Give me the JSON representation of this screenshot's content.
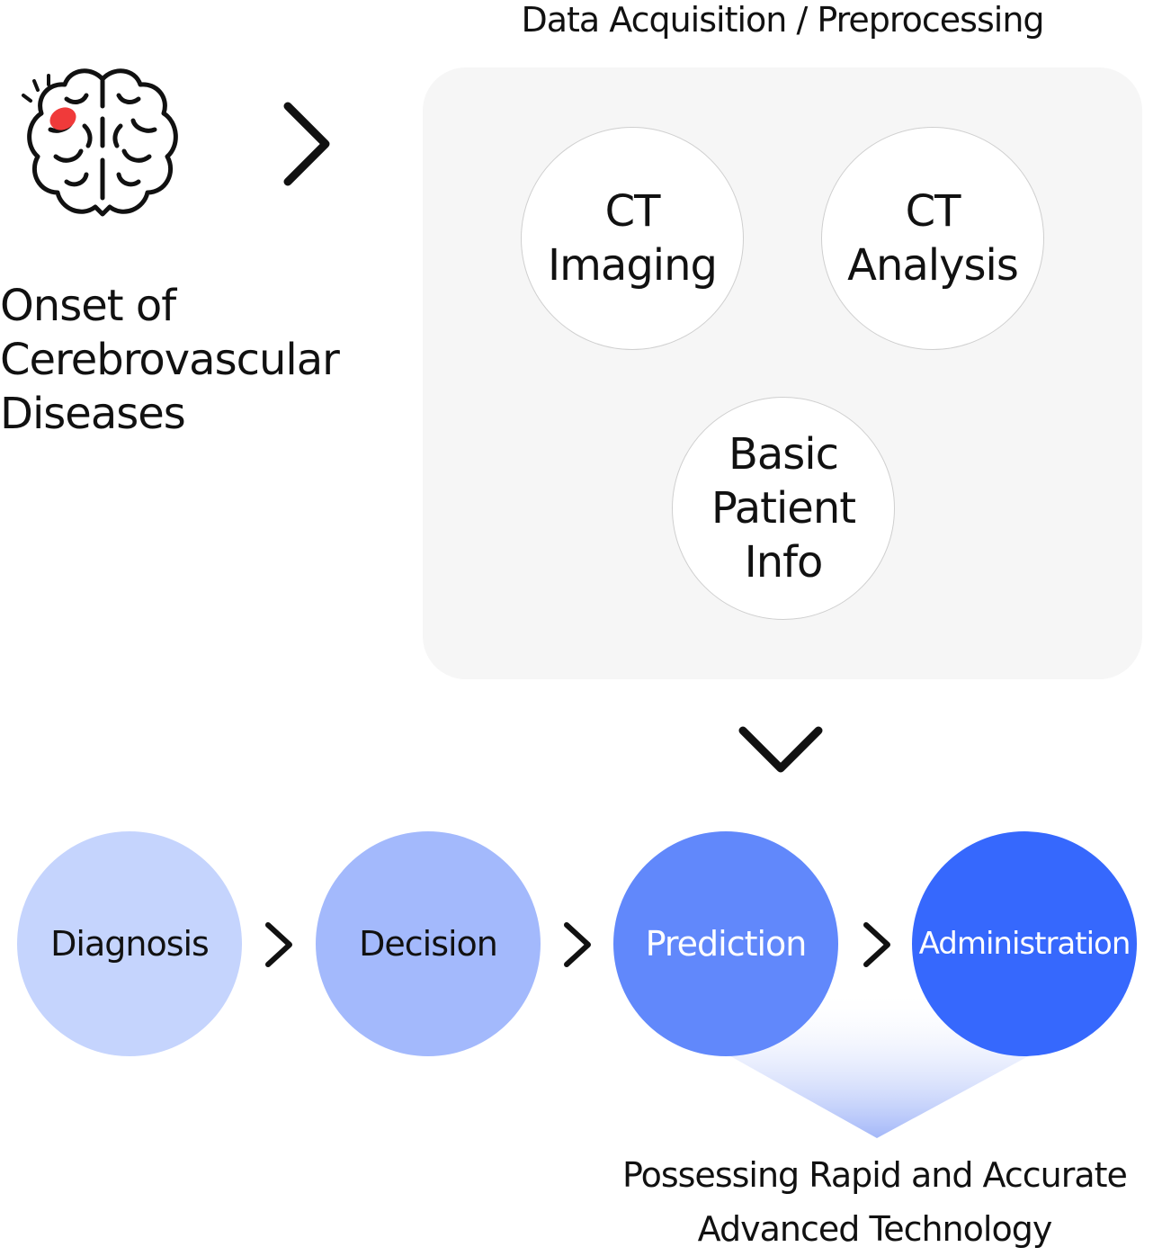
{
  "onset": {
    "label": "Onset of\nCerebrovascular\nDiseases",
    "icon": "brain-icon",
    "highlight_color": "#f03a3a"
  },
  "acquisition": {
    "title": "Data Acquisition / Preprocessing",
    "panel_color": "#f6f6f6",
    "items": [
      {
        "label": "CT\nImaging"
      },
      {
        "label": "CT\nAnalysis"
      },
      {
        "label": "Basic\nPatient\nInfo"
      }
    ]
  },
  "steps": [
    {
      "label": "Diagnosis",
      "color": "#c5d4fd",
      "text_color": "#111111"
    },
    {
      "label": "Decision",
      "color": "#a3b9fc",
      "text_color": "#111111"
    },
    {
      "label": "Prediction",
      "color": "#6188fb",
      "text_color": "#ffffff"
    },
    {
      "label": "Administration",
      "color": "#3668fd",
      "text_color": "#ffffff"
    }
  ],
  "footer": {
    "text": "Possessing Rapid and Accurate\nAdvanced Technology"
  },
  "icons": [
    "chevron-right-icon",
    "chevron-down-icon"
  ]
}
